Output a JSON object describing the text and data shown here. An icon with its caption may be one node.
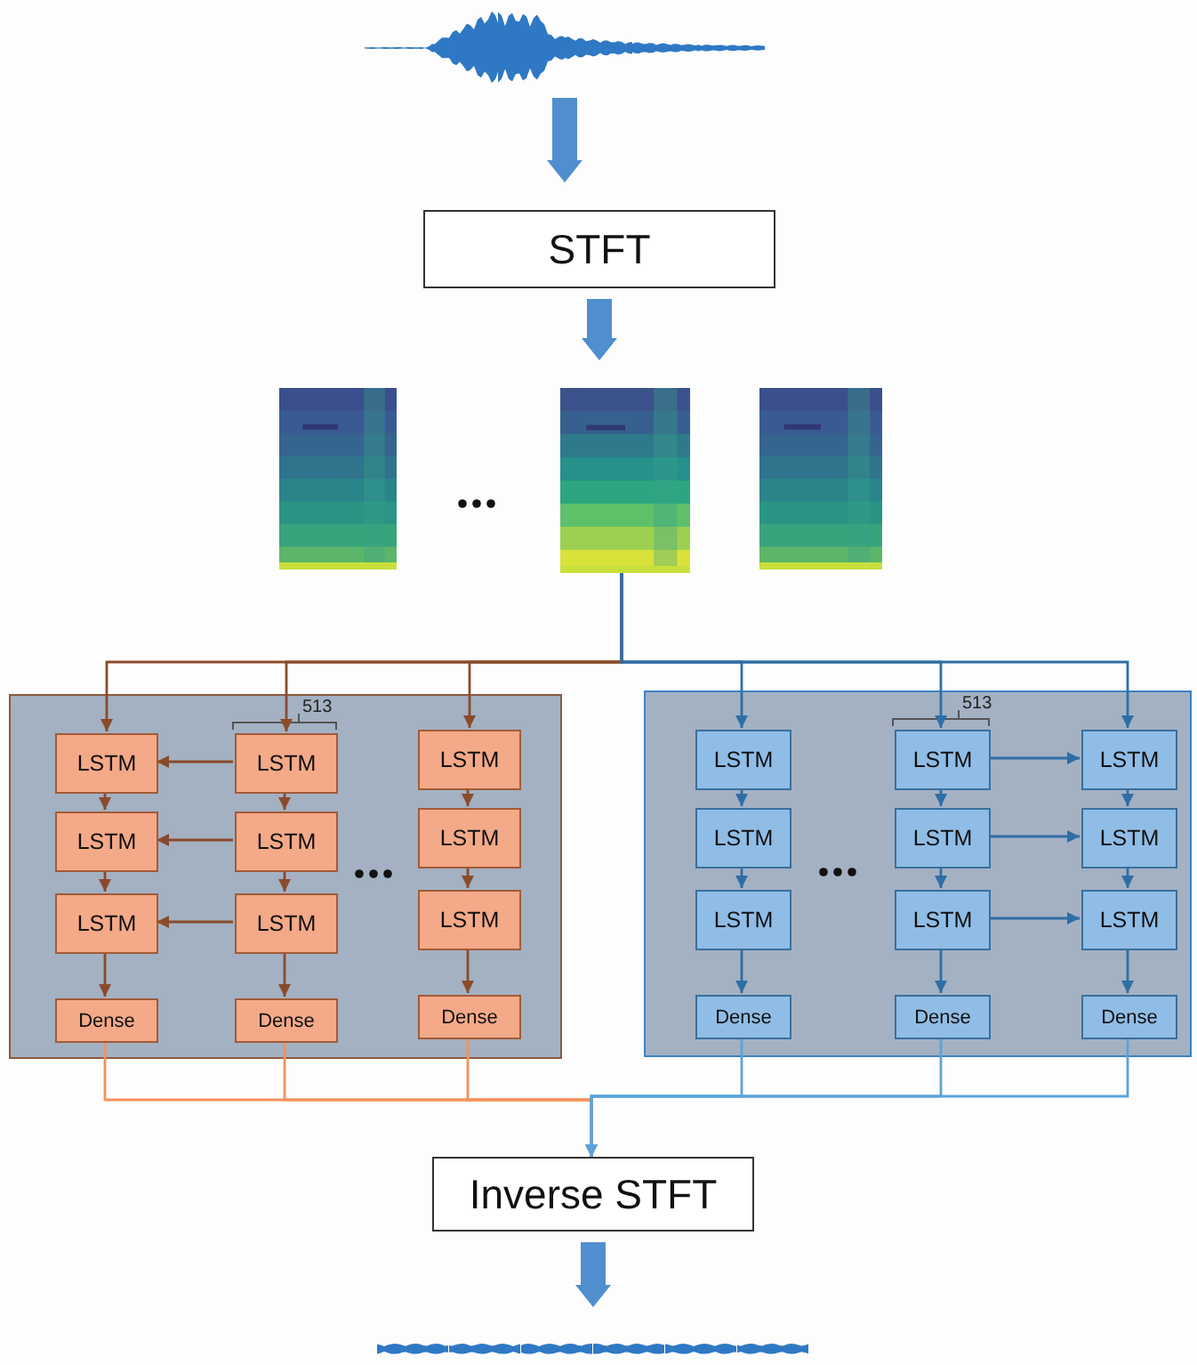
{
  "diagram": {
    "nodes": [
      {
        "text": [],
        "shape": "picture"
      },
      {
        "text": [
          "STFT"
        ]
      },
      {
        "text": [],
        "shape": "picture"
      },
      {
        "text": [],
        "shape": "picture"
      },
      {
        "text": [],
        "shape": "picture"
      },
      {
        "text": [],
        "shape": "box"
      },
      {
        "text": [
          "LSTM"
        ],
        "in": 5
      },
      {
        "text": [
          "LSTM"
        ],
        "in": 5
      },
      {
        "text": [
          "LSTM"
        ],
        "in": 5
      },
      {
        "text": [
          "LSTM"
        ],
        "in": 5
      },
      {
        "text": [
          "LSTM"
        ],
        "in": 5
      },
      {
        "text": [
          "LSTM"
        ],
        "in": 5
      },
      {
        "text": [
          "LSTM"
        ],
        "in": 5
      },
      {
        "text": [
          "LSTM"
        ],
        "in": 5
      },
      {
        "text": [
          "LSTM"
        ],
        "in": 5
      },
      {
        "text": [
          "Dense"
        ],
        "in": 5
      },
      {
        "text": [
          "Dense"
        ],
        "in": 5
      },
      {
        "text": [
          "Dense"
        ],
        "in": 5
      },
      {
        "text": [],
        "shape": "box"
      },
      {
        "text": [
          "LSTM"
        ],
        "in": 18
      },
      {
        "text": [
          "LSTM"
        ],
        "in": 18
      },
      {
        "text": [
          "LSTM"
        ],
        "in": 18
      },
      {
        "text": [
          "LSTM"
        ],
        "in": 18
      },
      {
        "text": [
          "LSTM"
        ],
        "in": 18
      },
      {
        "text": [
          "LSTM"
        ],
        "in": 18
      },
      {
        "text": [
          "LSTM"
        ],
        "in": 18
      },
      {
        "text": [
          "LSTM"
        ],
        "in": 18
      },
      {
        "text": [
          "LSTM"
        ],
        "in": 18
      },
      {
        "text": [
          "Dense"
        ],
        "in": 18
      },
      {
        "text": [
          "Dense"
        ],
        "in": 18
      },
      {
        "text": [
          "Dense"
        ],
        "in": 18
      },
      {
        "text": [
          "Inverse STFT"
        ]
      },
      {
        "text": [],
        "shape": "picture"
      }
    ],
    "edges": [
      {
        "from": 0,
        "to": 1,
        "arrow": "to",
        "style": "thick",
        "color": "#4f8fcf"
      },
      {
        "from": 1,
        "to": 3,
        "arrow": "to",
        "style": "thick",
        "color": "#4f8fcf"
      },
      {
        "from": 3,
        "to": 6,
        "arrow": "to",
        "color": "#8a4b2a"
      },
      {
        "from": 3,
        "to": 7,
        "arrow": "to",
        "color": "#8a4b2a"
      },
      {
        "from": 3,
        "to": 8,
        "arrow": "to",
        "color": "#8a4b2a"
      },
      {
        "from": 3,
        "to": 19,
        "arrow": "to",
        "color": "#2f6ea5"
      },
      {
        "from": 3,
        "to": 20,
        "arrow": "to",
        "color": "#2f6ea5"
      },
      {
        "from": 3,
        "to": 21,
        "arrow": "to",
        "color": "#2f6ea5"
      },
      {
        "from": 6,
        "to": 9,
        "arrow": "to",
        "color": "#8a4b2a"
      },
      {
        "from": 9,
        "to": 12,
        "arrow": "to",
        "color": "#8a4b2a"
      },
      {
        "from": 12,
        "to": 15,
        "arrow": "to",
        "color": "#8a4b2a"
      },
      {
        "from": 7,
        "to": 10,
        "arrow": "to",
        "color": "#8a4b2a"
      },
      {
        "from": 10,
        "to": 13,
        "arrow": "to",
        "color": "#8a4b2a"
      },
      {
        "from": 13,
        "to": 16,
        "arrow": "to",
        "color": "#8a4b2a"
      },
      {
        "from": 8,
        "to": 11,
        "arrow": "to",
        "color": "#8a4b2a"
      },
      {
        "from": 11,
        "to": 14,
        "arrow": "to",
        "color": "#8a4b2a"
      },
      {
        "from": 14,
        "to": 17,
        "arrow": "to",
        "color": "#8a4b2a"
      },
      {
        "from": 7,
        "to": 6,
        "arrow": "to",
        "color": "#8a4b2a"
      },
      {
        "from": 10,
        "to": 9,
        "arrow": "to",
        "color": "#8a4b2a"
      },
      {
        "from": 13,
        "to": 12,
        "arrow": "to",
        "color": "#8a4b2a"
      },
      {
        "from": 19,
        "to": 22,
        "arrow": "to",
        "color": "#2f6ea5"
      },
      {
        "from": 22,
        "to": 25,
        "arrow": "to",
        "color": "#2f6ea5"
      },
      {
        "from": 25,
        "to": 28,
        "arrow": "to",
        "color": "#2f6ea5"
      },
      {
        "from": 20,
        "to": 23,
        "arrow": "to",
        "color": "#2f6ea5"
      },
      {
        "from": 23,
        "to": 26,
        "arrow": "to",
        "color": "#2f6ea5"
      },
      {
        "from": 26,
        "to": 29,
        "arrow": "to",
        "color": "#2f6ea5"
      },
      {
        "from": 21,
        "to": 24,
        "arrow": "to",
        "color": "#2f6ea5"
      },
      {
        "from": 24,
        "to": 27,
        "arrow": "to",
        "color": "#2f6ea5"
      },
      {
        "from": 27,
        "to": 30,
        "arrow": "to",
        "color": "#2f6ea5"
      },
      {
        "from": 20,
        "to": 21,
        "arrow": "to",
        "color": "#2f6ea5"
      },
      {
        "from": 23,
        "to": 24,
        "arrow": "to",
        "color": "#2f6ea5"
      },
      {
        "from": 26,
        "to": 27,
        "arrow": "to",
        "color": "#2f6ea5"
      },
      {
        "from": 15,
        "to": 31,
        "arrow": "to",
        "color": "#f4915a"
      },
      {
        "from": 16,
        "to": 31,
        "arrow": "to",
        "color": "#f4915a"
      },
      {
        "from": 17,
        "to": 31,
        "arrow": "to",
        "color": "#f4915a"
      },
      {
        "from": 28,
        "to": 31,
        "arrow": "to",
        "color": "#5ba3d9"
      },
      {
        "from": 29,
        "to": 31,
        "arrow": "to",
        "color": "#5ba3d9"
      },
      {
        "from": 30,
        "to": 31,
        "arrow": "to",
        "color": "#5ba3d9"
      },
      {
        "from": 31,
        "to": 32,
        "arrow": "to",
        "style": "thick",
        "color": "#4f8fcf"
      }
    ],
    "labels": [
      "513",
      "513"
    ]
  }
}
